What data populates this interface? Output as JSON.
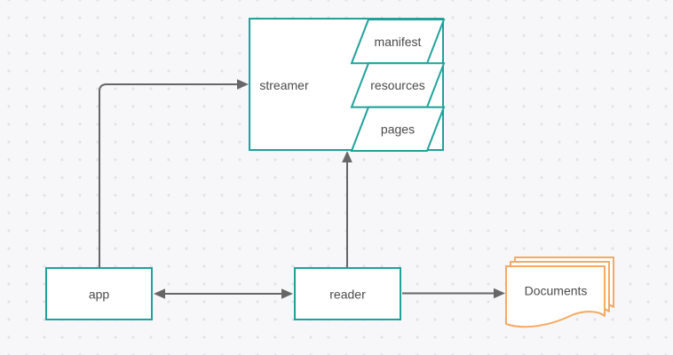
{
  "diagram": {
    "nodes": {
      "streamer": {
        "label": "streamer",
        "shape": "rectangle"
      },
      "manifest": {
        "label": "manifest",
        "shape": "parallelogram"
      },
      "resources": {
        "label": "resources",
        "shape": "parallelogram"
      },
      "pages": {
        "label": "pages",
        "shape": "parallelogram"
      },
      "app": {
        "label": "app",
        "shape": "rectangle"
      },
      "reader": {
        "label": "reader",
        "shape": "rectangle"
      },
      "documents": {
        "label": "Documents",
        "shape": "multi-document"
      }
    },
    "edges": [
      {
        "from": "app",
        "to": "streamer",
        "arrows": "end"
      },
      {
        "from": "reader",
        "to": "streamer",
        "arrows": "end"
      },
      {
        "from": "app",
        "to": "reader",
        "arrows": "both"
      },
      {
        "from": "reader",
        "to": "documents",
        "arrows": "end"
      }
    ],
    "colors": {
      "node_stroke": "#1FA29A",
      "documents_stroke": "#F5A962",
      "edge": "#666666",
      "text": "#4A4A4A",
      "node_fill": "#FFFFFF",
      "background": "#F7F7F9",
      "grid_dot": "#E2E2E7"
    }
  }
}
